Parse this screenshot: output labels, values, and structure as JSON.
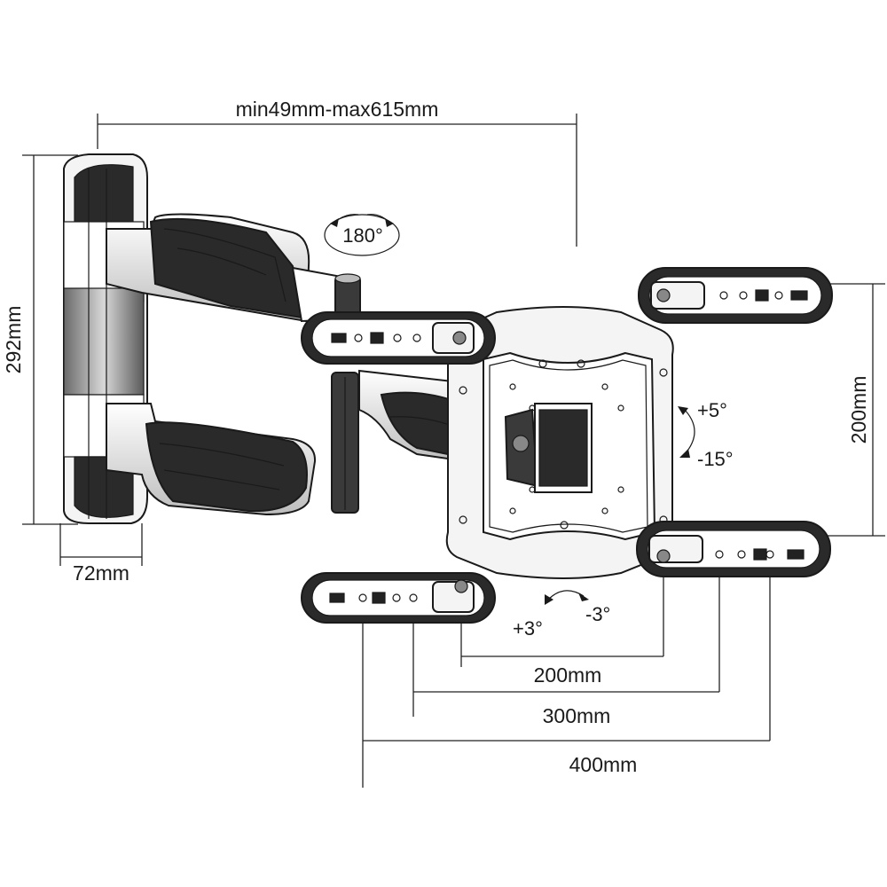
{
  "dimensions": {
    "depth_range": "min49mm-max615mm",
    "height": "292mm",
    "wall_plate_depth": "72mm",
    "vesa_vertical": "200mm",
    "vesa_h_200": "200mm",
    "vesa_h_300": "300mm",
    "vesa_h_400": "400mm"
  },
  "rotation": {
    "swivel": "180°",
    "tilt_up": "+5°",
    "tilt_down": "-15°",
    "level_plus": "+3°",
    "level_minus": "-3°"
  },
  "colors": {
    "ink": "#1a1a1a",
    "body_fill": "#f4f4f4",
    "shade": "#8a8a8a"
  }
}
